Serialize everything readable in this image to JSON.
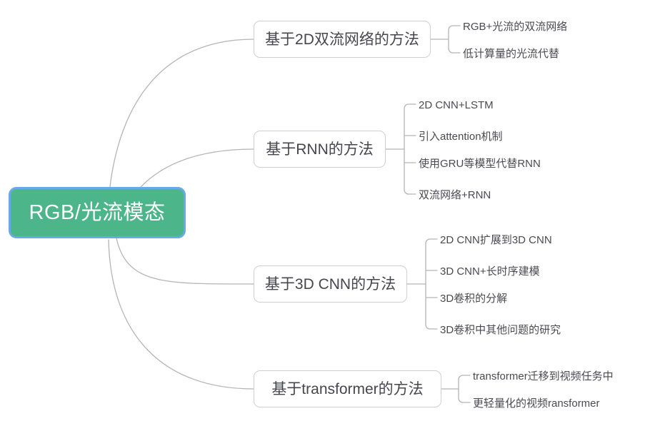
{
  "mindmap": {
    "root": {
      "label": "RGB/光流模态",
      "fill_color": "#4cb58a",
      "border_color": "#6aa9e9",
      "text_color": "#ffffff"
    },
    "branch_border_color": "#cfcfd4",
    "branch_text_color": "#46464e",
    "leaf_text_color": "#4a4a52",
    "connector_color": "#b4b4b9",
    "branches": [
      {
        "label": "基于2D双流网络的方法",
        "leaves": [
          "RGB+光流的双流网络",
          "低计算量的光流代替"
        ]
      },
      {
        "label": "基于RNN的方法",
        "leaves": [
          "2D CNN+LSTM",
          "引入attention机制",
          "使用GRU等模型代替RNN",
          "双流网络+RNN"
        ]
      },
      {
        "label": "基于3D CNN的方法",
        "leaves": [
          "2D CNN扩展到3D CNN",
          "3D CNN+长时序建模",
          "3D卷积的分解",
          "3D卷积中其他问题的研究"
        ]
      },
      {
        "label": "基于transformer的方法",
        "leaves": [
          "transformer迁移到视频任务中",
          "更轻量化的视频ransformer"
        ]
      }
    ]
  }
}
